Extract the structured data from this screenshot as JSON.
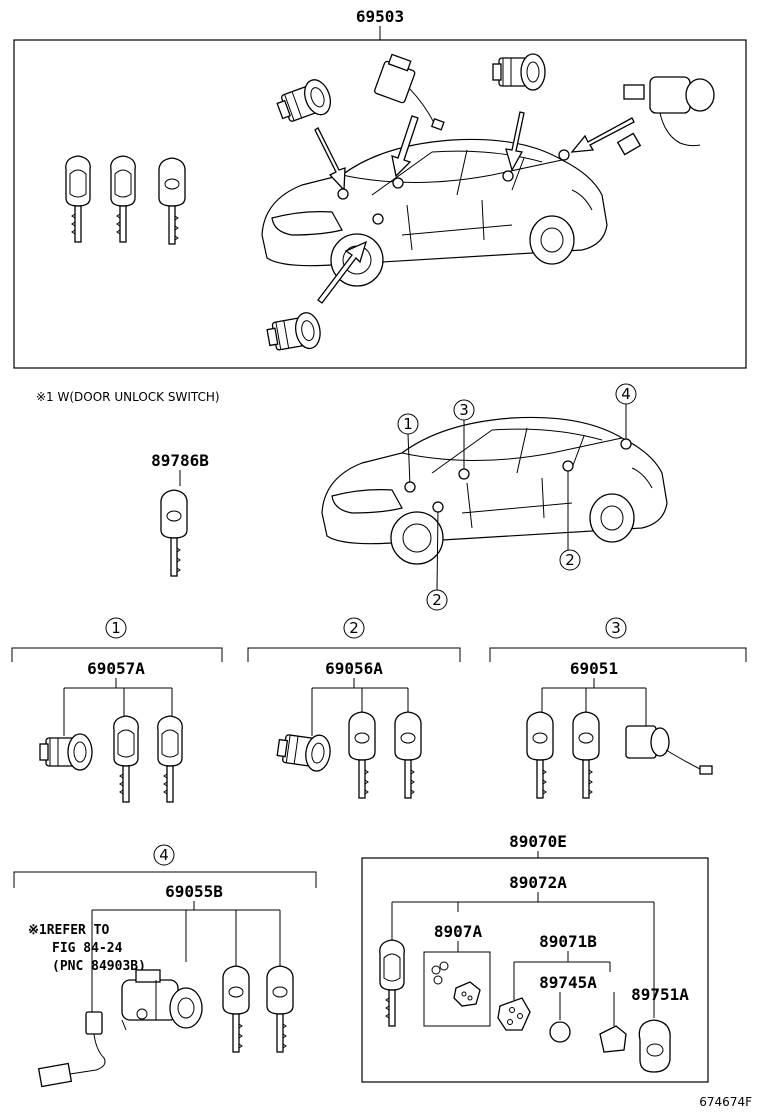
{
  "top_part_number": "69503",
  "note_w1": "※1 W(DOOR UNLOCK SWITCH)",
  "key_part": "89786B",
  "callouts": {
    "c1": "1",
    "c2": "2",
    "c3": "3",
    "c4": "4"
  },
  "group1": {
    "marker": "1",
    "part": "69057A"
  },
  "group2": {
    "marker": "2",
    "part": "69056A"
  },
  "group3": {
    "marker": "3",
    "part": "69051"
  },
  "group4": {
    "marker": "4",
    "part": "69055B"
  },
  "refer": {
    "line1": "※1REFER TO",
    "line2": "FIG 84-24",
    "line3": "(PNC 84903B)"
  },
  "transmitter": {
    "assembly": "89070E",
    "sub_assembly": "89072A",
    "board": "8907A",
    "case": "89071B",
    "battery": "89745A",
    "cover": "89751A"
  },
  "figure_code": "674674F"
}
